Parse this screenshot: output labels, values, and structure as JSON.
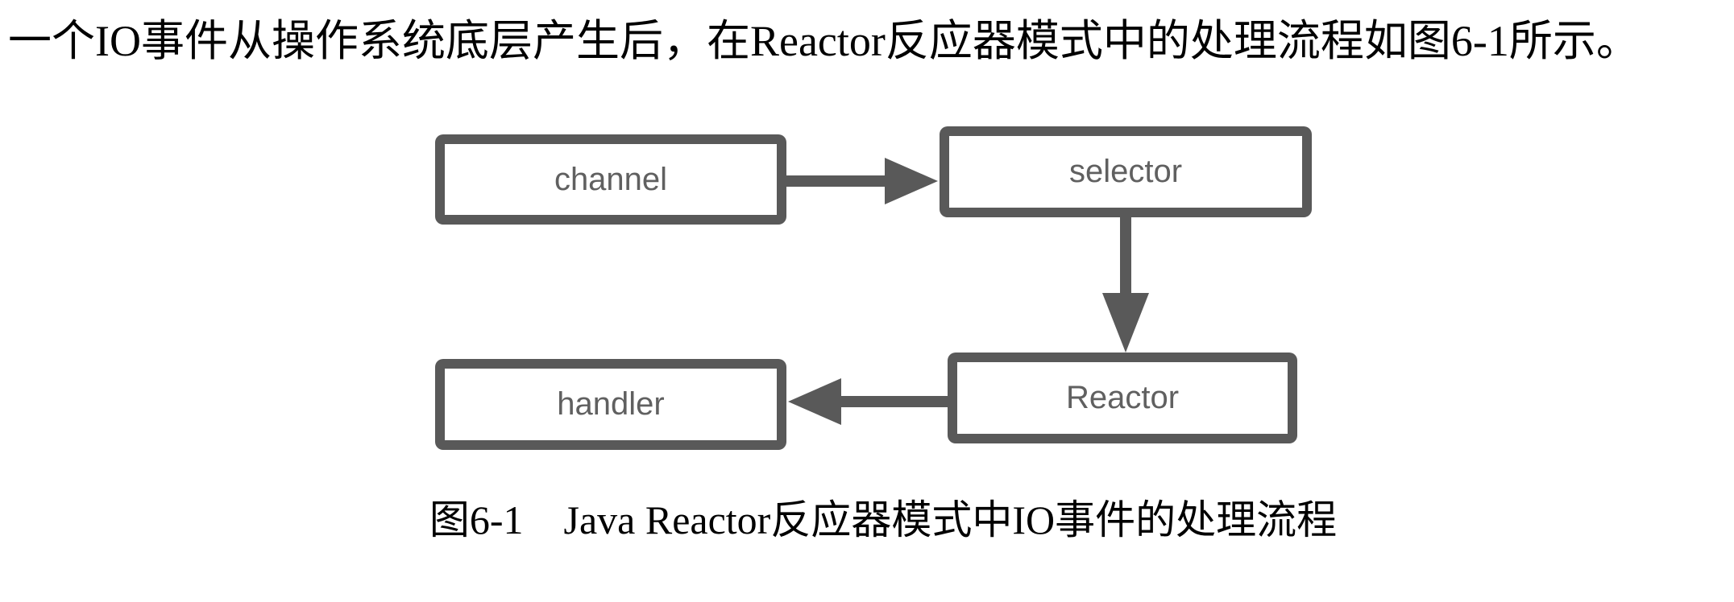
{
  "page": {
    "intro_text": "一个IO事件从操作系统底层产生后，在Reactor反应器模式中的处理流程如图6-1所示。",
    "figure_caption": "图6-1　Java Reactor反应器模式中IO事件的处理流程"
  },
  "diagram": {
    "type": "flowchart",
    "nodes": [
      {
        "id": "channel",
        "label": "channel"
      },
      {
        "id": "selector",
        "label": "selector"
      },
      {
        "id": "reactor",
        "label": "Reactor"
      },
      {
        "id": "handler",
        "label": "handler"
      }
    ],
    "edges": [
      {
        "from": "channel",
        "to": "selector",
        "direction": "right"
      },
      {
        "from": "selector",
        "to": "reactor",
        "direction": "down"
      },
      {
        "from": "reactor",
        "to": "handler",
        "direction": "left"
      }
    ],
    "colors": {
      "box_border": "#595959",
      "box_text": "#606060",
      "arrow": "#595959",
      "background": "#ffffff",
      "text": "#000000"
    }
  }
}
